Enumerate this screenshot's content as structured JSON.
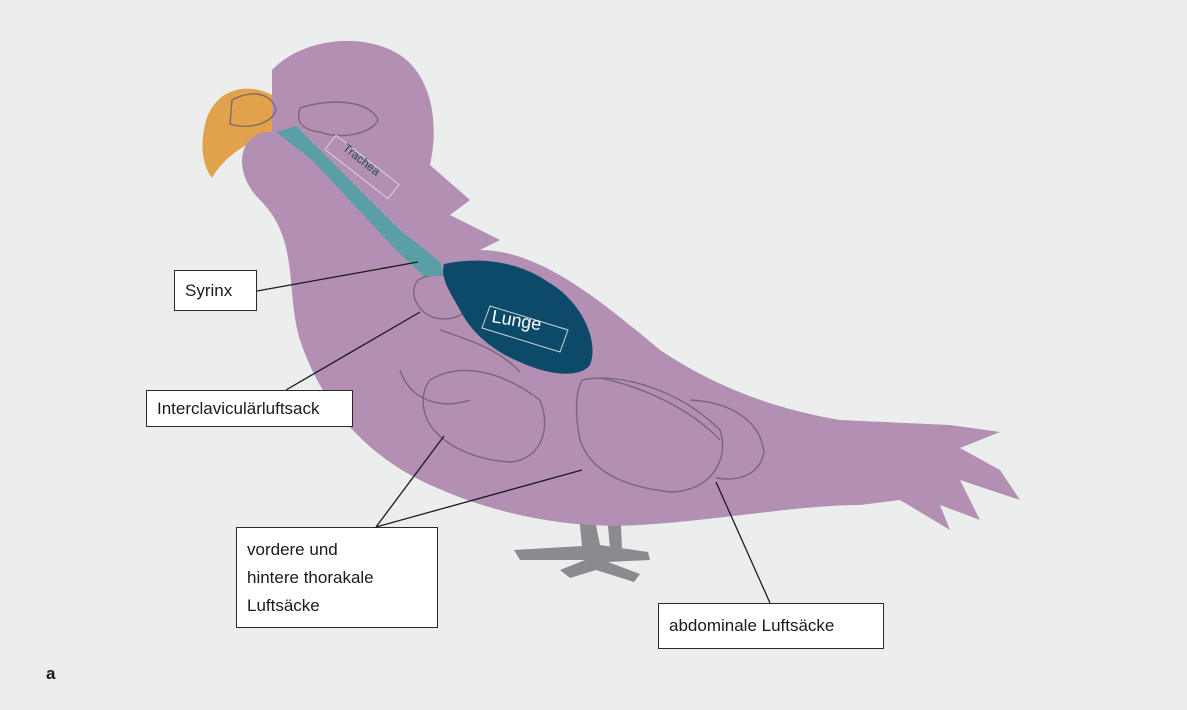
{
  "panel_letter": "a",
  "colors": {
    "background": "#eceeed",
    "body": "#b38fb4",
    "beak": "#e2a24b",
    "trachea": "#5a9ea6",
    "lung": "#0d4a6a",
    "legs": "#8a8a90",
    "outline": "#6e5f72",
    "leader": "#1a1a1a"
  },
  "labels": {
    "trachea": "Trachea",
    "lunge": "Lunge",
    "syrinx": "Syrinx",
    "interclavicular": "Interclaviculärluftsack",
    "thorakal_line1": "vordere und",
    "thorakal_line2": "hintere thorakale",
    "thorakal_line3": "Luftsäcke",
    "abdominal": "abdominale Luftsäcke"
  },
  "icons": {
    "bird": "bird-illustration",
    "lung": "lung-shape",
    "trachea": "trachea-tube"
  }
}
